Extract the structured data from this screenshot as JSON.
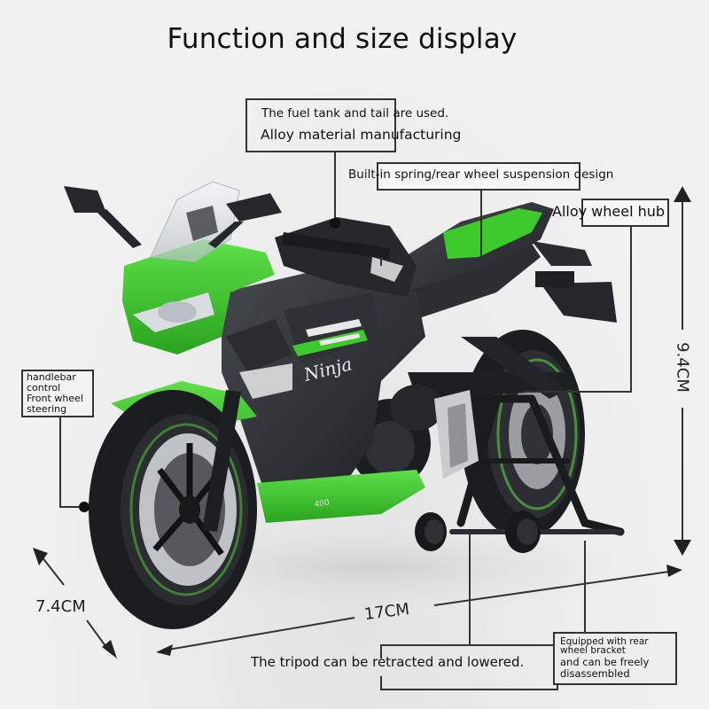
{
  "title": "Function and size display",
  "annotations": {
    "fuel_tank": {
      "line1": "The fuel tank and tail are used.",
      "line2": "Alloy material manufacturing"
    },
    "suspension": {
      "text": "Built-in spring/rear wheel suspension design"
    },
    "wheel_hub": {
      "text": "Alloy wheel hub"
    },
    "handlebar": {
      "lines": [
        "handlebar",
        "control",
        "Front wheel",
        "steering"
      ]
    },
    "tripod": {
      "text": "The tripod can be retracted and lowered."
    },
    "rear_bracket": {
      "lines": [
        "Equipped with rear",
        "wheel bracket",
        "and can be freely",
        "disassembled"
      ]
    }
  },
  "dimensions": {
    "height": "9.4CM",
    "width": "7.4CM",
    "length": "17CM"
  },
  "colors": {
    "background": "#efefef",
    "body_green": "#3ec92c",
    "body_dark": "#2b2d31",
    "line": "#333333"
  }
}
